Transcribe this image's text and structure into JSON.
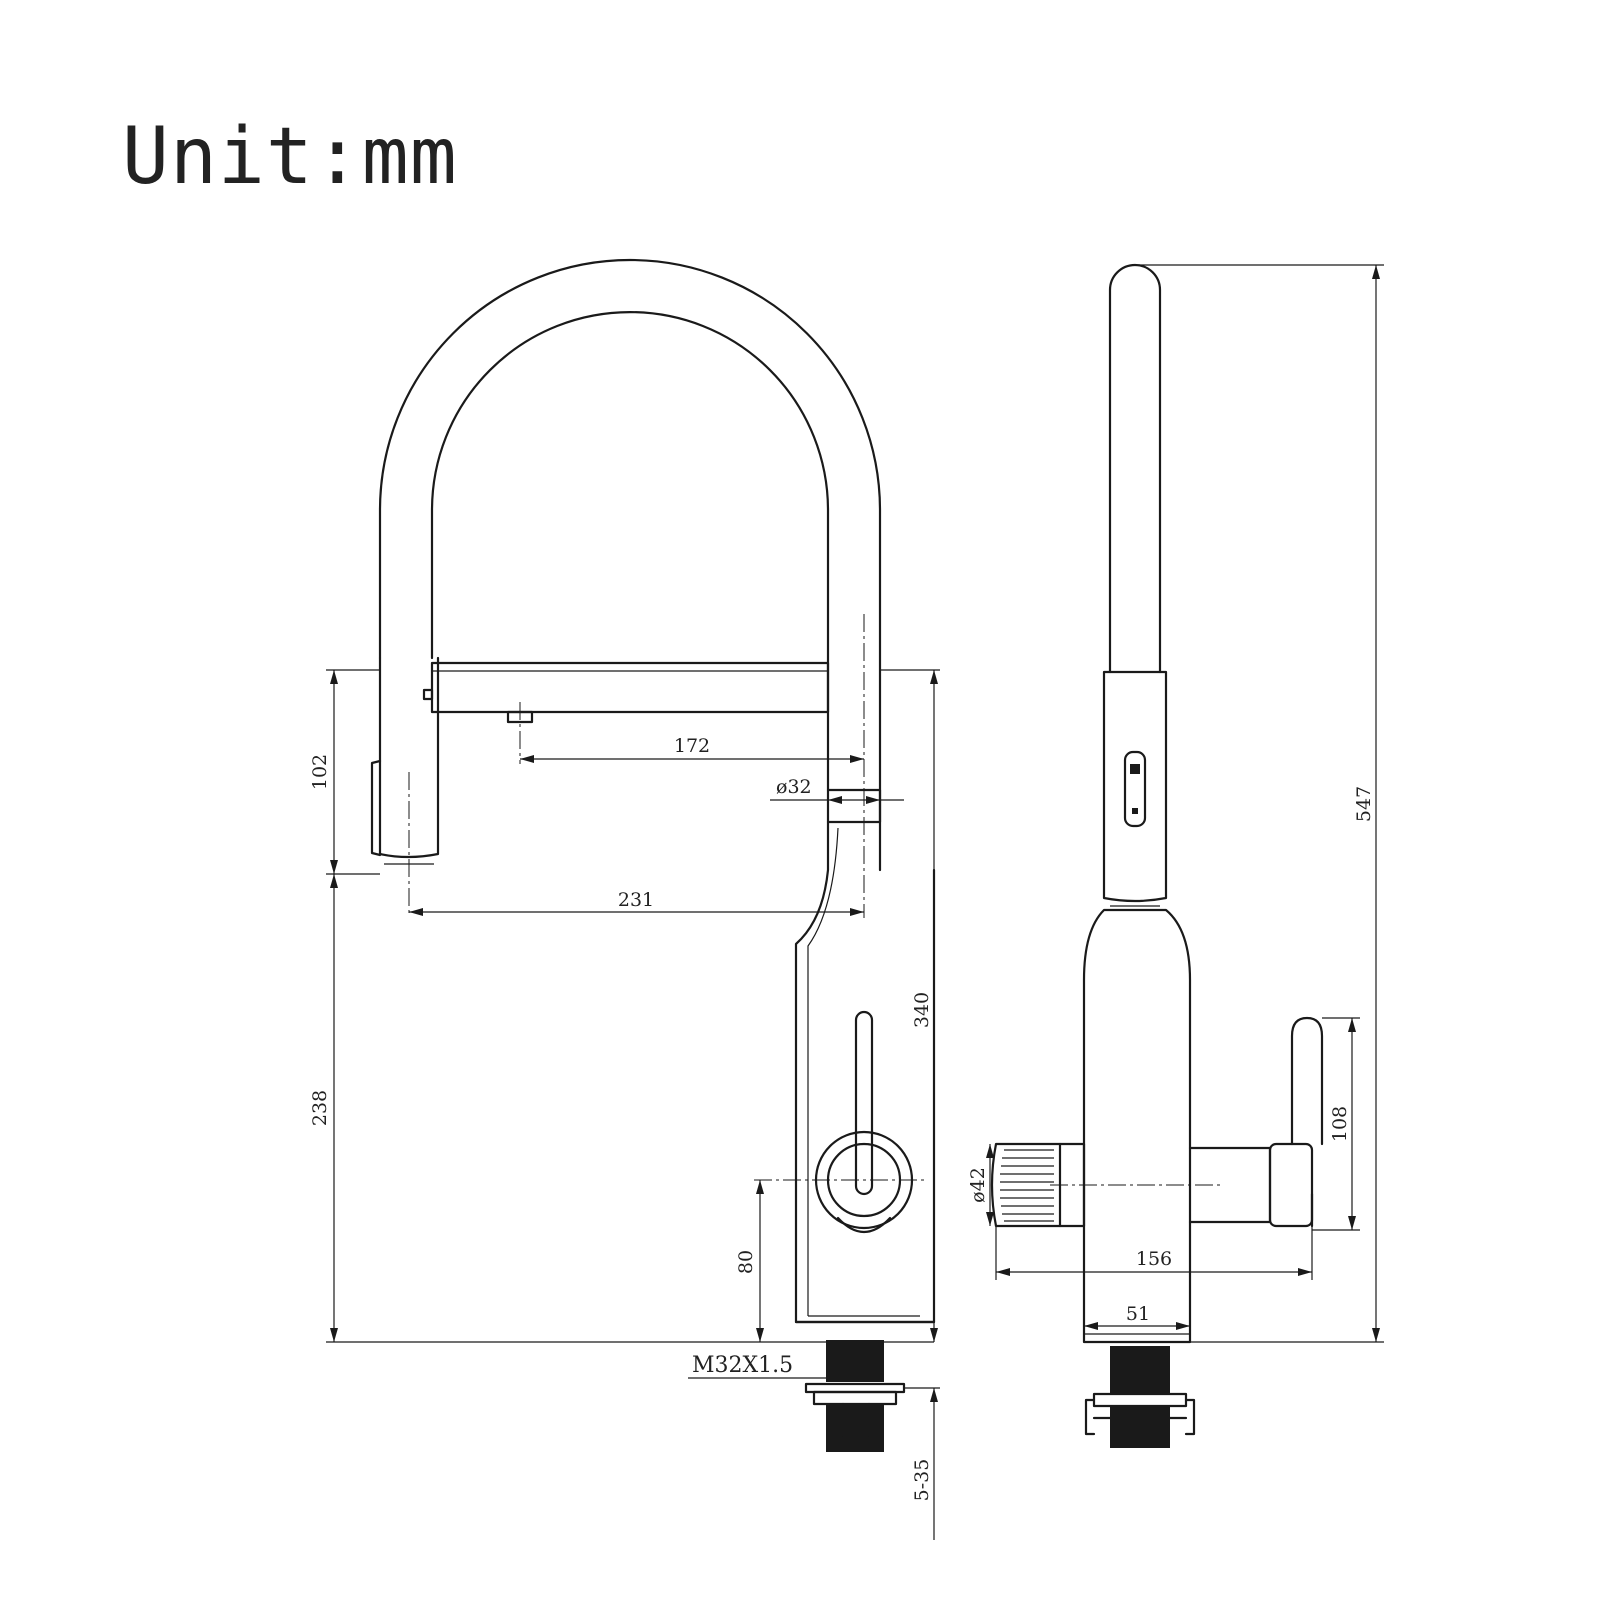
{
  "title": "Unit:mm",
  "dimensions": {
    "spout_reach_nozzle": "172",
    "body_diameter": "ø32",
    "spray_head_length": "102",
    "total_reach": "231",
    "body_height": "340",
    "base_to_head_height": "238",
    "lever_height": "80",
    "thread_spec": "M32X1.5",
    "deck_thickness": "5-35",
    "total_height": "547",
    "handle_length": "108",
    "knob_diameter": "ø42",
    "side_width": "156",
    "base_width": "51"
  }
}
